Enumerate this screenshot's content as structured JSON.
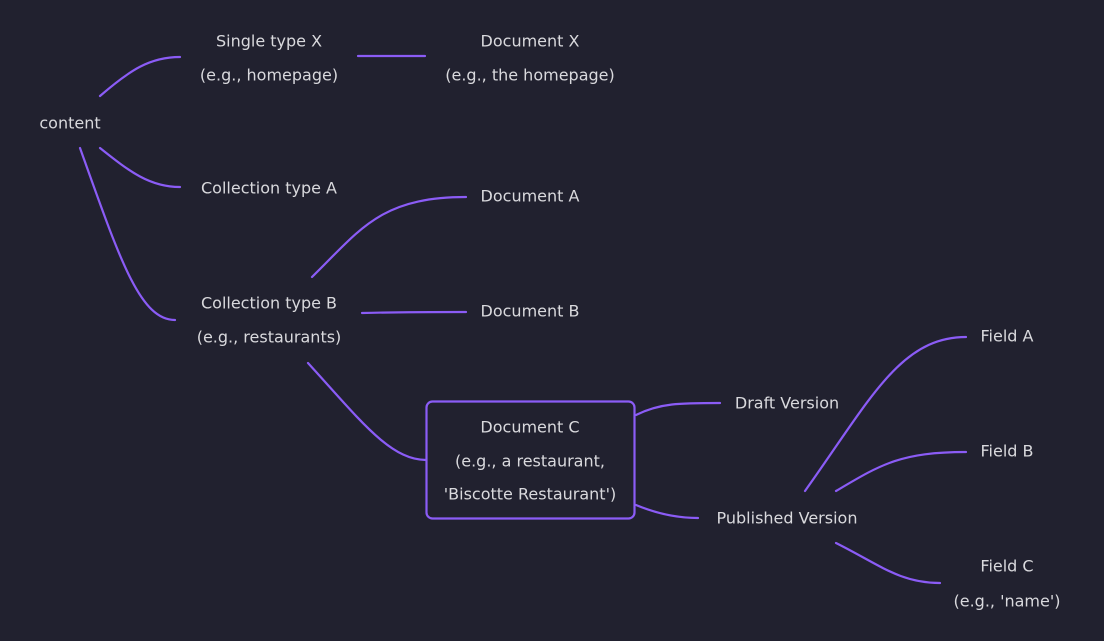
{
  "diagram": {
    "root": "content",
    "single_type_x": {
      "line1": "Single type X",
      "line2": "(e.g., homepage)"
    },
    "document_x": {
      "line1": "Document X",
      "line2": "(e.g., the homepage)"
    },
    "collection_type_a": "Collection type A",
    "collection_type_b": {
      "line1": "Collection type B",
      "line2": "(e.g., restaurants)"
    },
    "document_a": "Document A",
    "document_b": "Document B",
    "document_c": {
      "line1": "Document C",
      "line2": "(e.g., a restaurant,",
      "line3": "'Biscotte Restaurant')"
    },
    "draft_version": "Draft Version",
    "published_version": "Published Version",
    "field_a": "Field A",
    "field_b": "Field B",
    "field_c": {
      "line1": "Field C",
      "line2": "(e.g., 'name')"
    }
  },
  "colors": {
    "background": "#21212f",
    "edge": "#8b5cf6",
    "text": "#d9d9dd"
  }
}
